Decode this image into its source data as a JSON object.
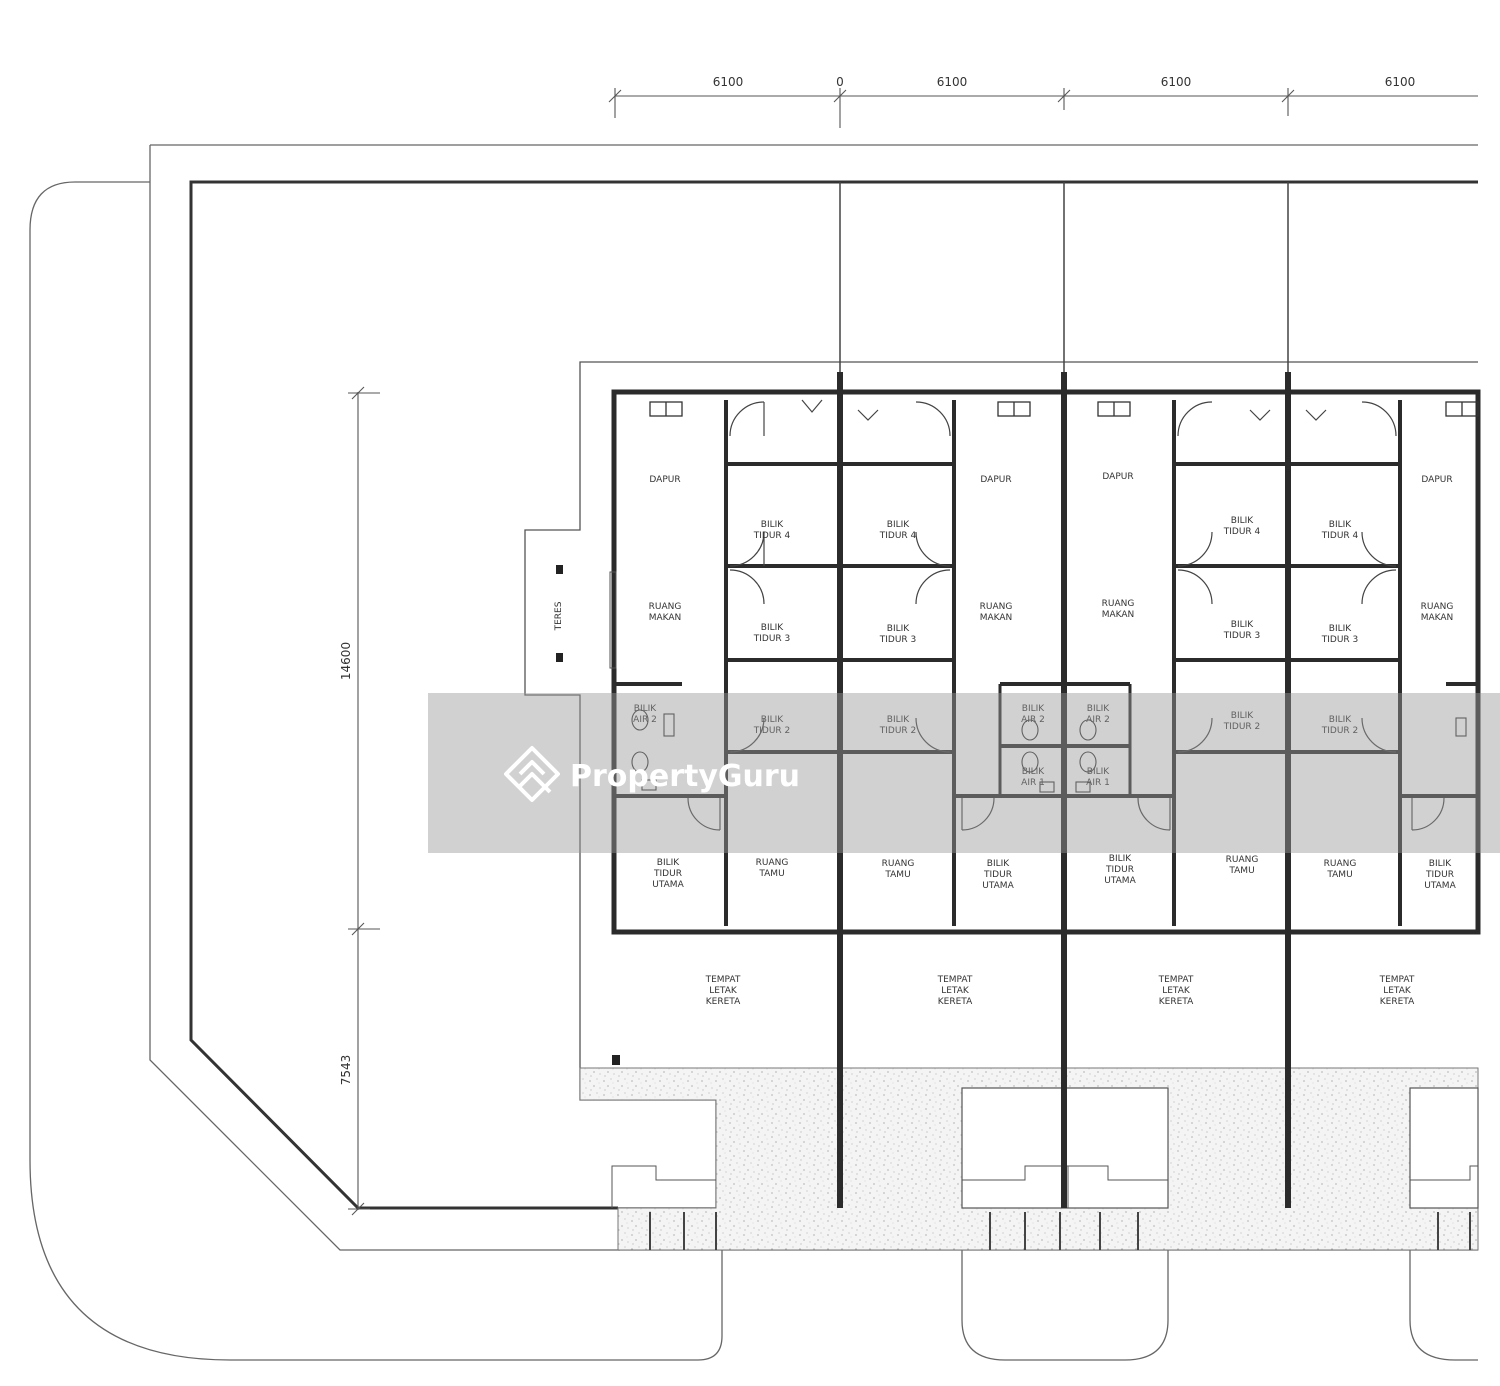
{
  "dimensions": {
    "top": [
      "6100",
      "0",
      "6100",
      "6100",
      "6100"
    ],
    "left": [
      "14600",
      "7543"
    ]
  },
  "labels": {
    "teres": "TERES",
    "u1": {
      "dapur": "DAPUR",
      "ruang_makan": [
        "RUANG",
        "MAKAN"
      ],
      "bilik_air_2": [
        "BILIK",
        "AIR 2"
      ],
      "bilik_tidur_utama": [
        "BILIK",
        "TIDUR",
        "UTAMA"
      ],
      "bilik_tidur_4": [
        "BILIK",
        "TIDUR 4"
      ],
      "bilik_tidur_3": [
        "BILIK",
        "TIDUR 3"
      ],
      "bilik_tidur_2": [
        "BILIK",
        "TIDUR 2"
      ],
      "ruang_tamu": [
        "RUANG",
        "TAMU"
      ]
    },
    "u2": {
      "dapur": "DAPUR",
      "ruang_makan": [
        "RUANG",
        "MAKAN"
      ],
      "bilik_air_2": [
        "BILIK",
        "AIR 2"
      ],
      "bilik_air_1": [
        "BILIK",
        "AIR 1"
      ],
      "bilik_tidur_utama": [
        "BILIK",
        "TIDUR",
        "UTAMA"
      ],
      "bilik_tidur_4": [
        "BILIK",
        "TIDUR 4"
      ],
      "bilik_tidur_3": [
        "BILIK",
        "TIDUR 3"
      ],
      "bilik_tidur_2": [
        "BILIK",
        "TIDUR 2"
      ],
      "ruang_tamu": [
        "RUANG",
        "TAMU"
      ]
    },
    "u3": {
      "dapur": "DAPUR",
      "ruang_makan": [
        "RUANG",
        "MAKAN"
      ],
      "bilik_air_2": [
        "BILIK",
        "AIR 2"
      ],
      "bilik_air_1": [
        "BILIK",
        "AIR 1"
      ],
      "bilik_tidur_utama": [
        "BILIK",
        "TIDUR",
        "UTAMA"
      ],
      "bilik_tidur_4": [
        "BILIK",
        "TIDUR 4"
      ],
      "bilik_tidur_3": [
        "BILIK",
        "TIDUR 3"
      ],
      "bilik_tidur_2": [
        "BILIK",
        "TIDUR 2"
      ],
      "ruang_tamu": [
        "RUANG",
        "TAMU"
      ]
    },
    "u4": {
      "dapur": "DAPUR",
      "ruang_makan": [
        "RUANG",
        "MAKAN"
      ],
      "bilik_tidur_utama": [
        "BILIK",
        "TIDUR",
        "UTAMA"
      ],
      "bilik_tidur_4": [
        "BILIK",
        "TIDUR 4"
      ],
      "bilik_tidur_3": [
        "BILIK",
        "TIDUR 3"
      ],
      "bilik_tidur_2": [
        "BILIK",
        "TIDUR 2"
      ],
      "ruang_tamu": [
        "RUANG",
        "TAMU"
      ]
    },
    "parking": [
      "TEMPAT",
      "LETAK",
      "KERETA"
    ]
  },
  "watermark": "PropertyGuru"
}
